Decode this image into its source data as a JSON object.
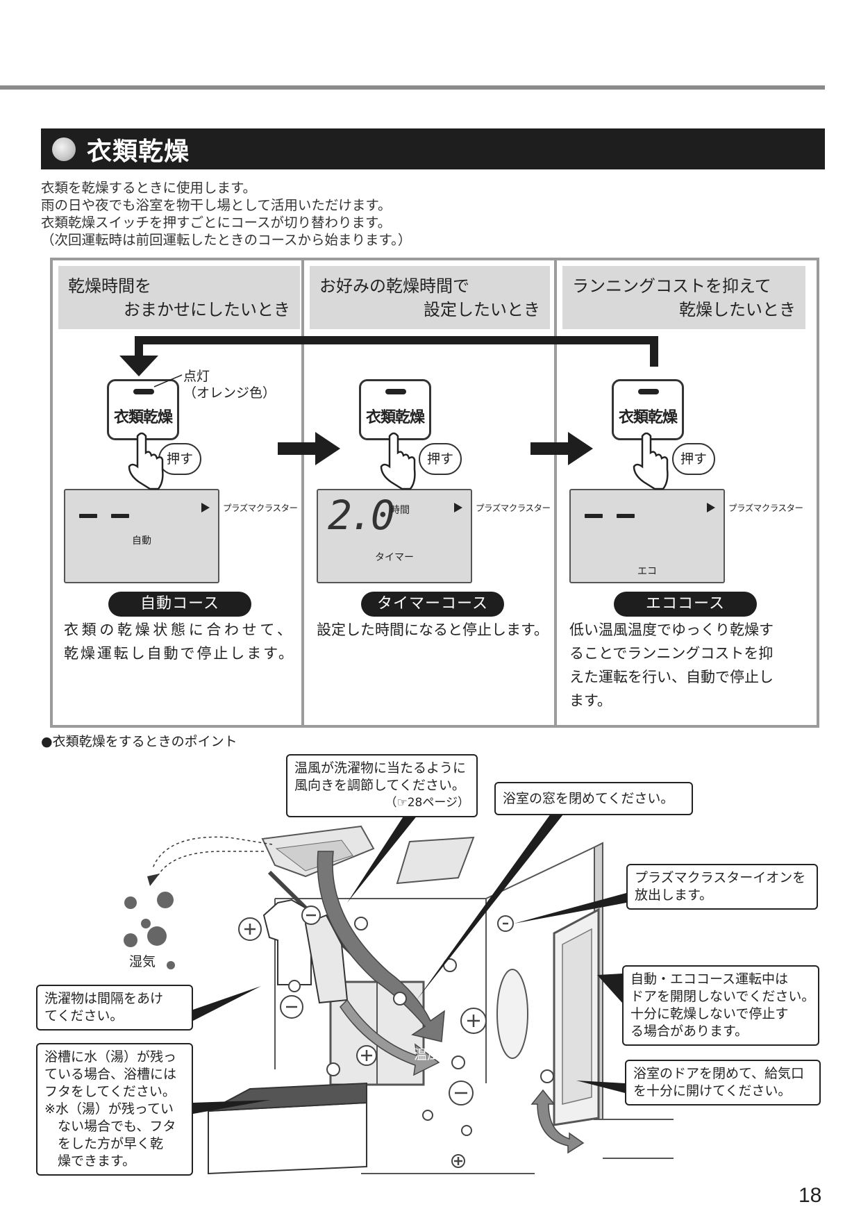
{
  "header": {
    "title": "衣類乾燥"
  },
  "intro": {
    "lines": [
      "衣類を乾燥するときに使用します。",
      "雨の日や夜でも浴室を物干し場として活用いただけます。",
      "衣類乾燥スイッチを押すごとにコースが切り替わります。",
      "（次回運転時は前回運転したときのコースから始まります。）"
    ]
  },
  "columns": [
    {
      "head_l1": "乾燥時間を",
      "head_l2": "おまかせにしたいとき",
      "button_label": "衣類乾燥",
      "push_label": "押す",
      "lcd_mode": "自動",
      "lcd_side": "プラズマクラスター",
      "course": "自動コース",
      "desc": [
        "衣類の乾燥状態に合わせて、",
        "乾燥運転し自動で停止します。"
      ]
    },
    {
      "head_l1": "お好みの乾燥時間で",
      "head_l2": "設定したいとき",
      "button_label": "衣類乾燥",
      "push_label": "押す",
      "lcd_value": "2.0",
      "lcd_unit": "時間",
      "lcd_mode": "タイマー",
      "lcd_side": "プラズマクラスター",
      "course": "タイマーコース",
      "desc": [
        "設定した時間になると停止します。"
      ]
    },
    {
      "head_l1": "ランニングコストを抑えて",
      "head_l2": "乾燥したいとき",
      "button_label": "衣類乾燥",
      "push_label": "押す",
      "lcd_mode": "エコ",
      "lcd_side": "プラズマクラスター",
      "course": "エココース",
      "desc": [
        "低い温風温度でゆっくり乾燥す",
        "ることでランニングコストを抑",
        "えた運転を行い、自動で停止し",
        "ます。"
      ]
    }
  ],
  "led_note": {
    "l1": "点灯",
    "l2": "（オレンジ色）"
  },
  "points": {
    "title": "●衣類乾燥をするときのポイント",
    "callouts": {
      "wind": {
        "l1": "温風が洗濯物に当たるように",
        "l2": "風向きを調節してください。",
        "l3": "（☞28ページ）"
      },
      "window": {
        "l1": "浴室の窓を閉めてください。"
      },
      "plasma": {
        "l1": "プラズマクラスターイオンを",
        "l2": "放出します。"
      },
      "door_open": {
        "l1": "自動・エココース運転中は",
        "l2": "ドアを開閉しないでください。",
        "l3": "十分に乾燥しないで停止す",
        "l4": "る場合があります。"
      },
      "door_close": {
        "l1": "浴室のドアを閉めて、給気口",
        "l2": "を十分に開けてください。"
      },
      "laundry": {
        "l1": "洗濯物は間隔をあけ",
        "l2": "てください。"
      },
      "tub": {
        "l1": "浴槽に水（湯）が残っ",
        "l2": "ている場合、浴槽には",
        "l3": "フタをしてください。",
        "l4": "※水（湯）が残ってい",
        "l5": "　ない場合でも、フタ",
        "l6": "　をした方が早く乾",
        "l7": "　燥できます。"
      }
    },
    "labels": {
      "humidity": "湿気",
      "warm_air": "温風"
    }
  },
  "page_number": "18"
}
